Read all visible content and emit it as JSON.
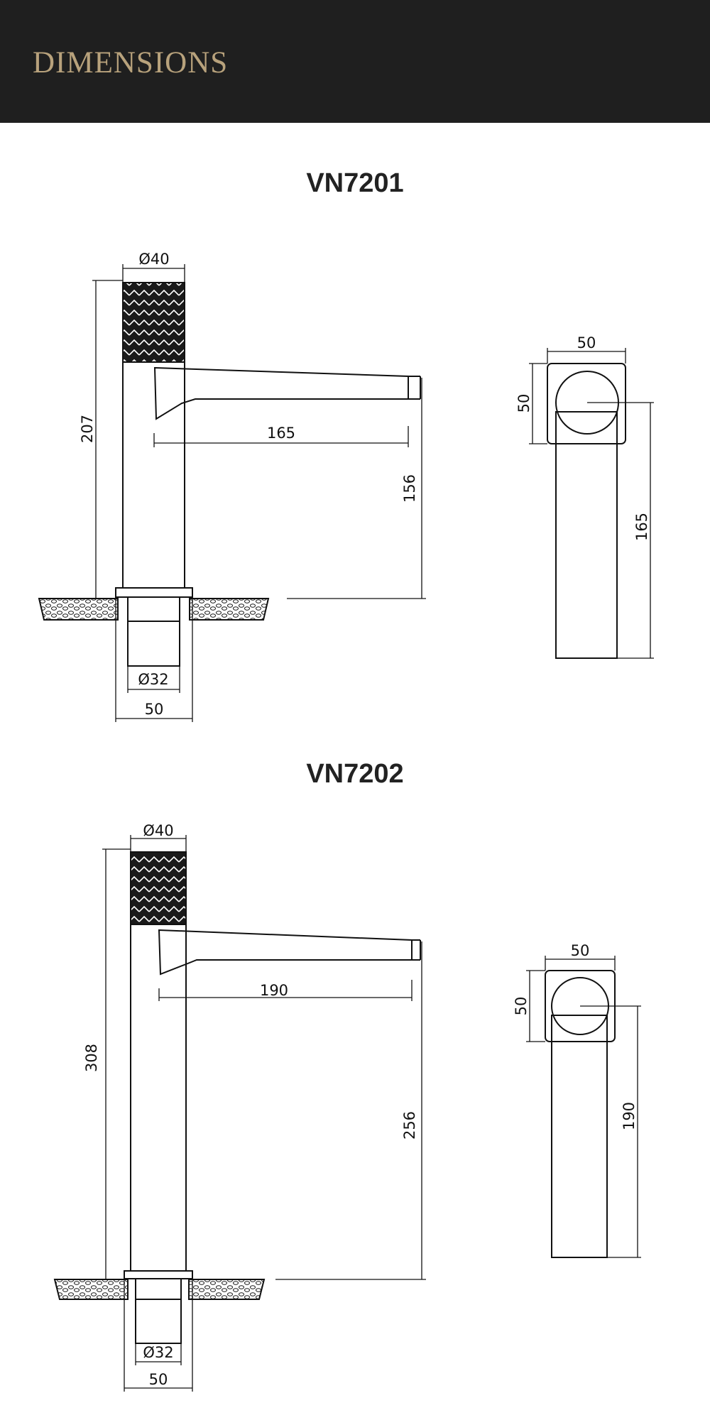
{
  "header": {
    "title": "DIMENSIONS"
  },
  "colors": {
    "header_bg": "#1f1f1f",
    "header_text": "#b8a27c",
    "line": "#111111"
  },
  "models": [
    {
      "name": "VN7201",
      "side_view": {
        "body_diameter": "Ø40",
        "total_height": "207",
        "spout_reach": "165",
        "spout_height": "156",
        "shank_diameter": "Ø32",
        "base_width": "50"
      },
      "top_view": {
        "width": "50",
        "depth": "50",
        "reach": "165"
      }
    },
    {
      "name": "VN7202",
      "side_view": {
        "body_diameter": "Ø40",
        "total_height": "308",
        "spout_reach": "190",
        "spout_height": "256",
        "shank_diameter": "Ø32",
        "base_width": "50"
      },
      "top_view": {
        "width": "50",
        "depth": "50",
        "reach": "190"
      }
    }
  ]
}
